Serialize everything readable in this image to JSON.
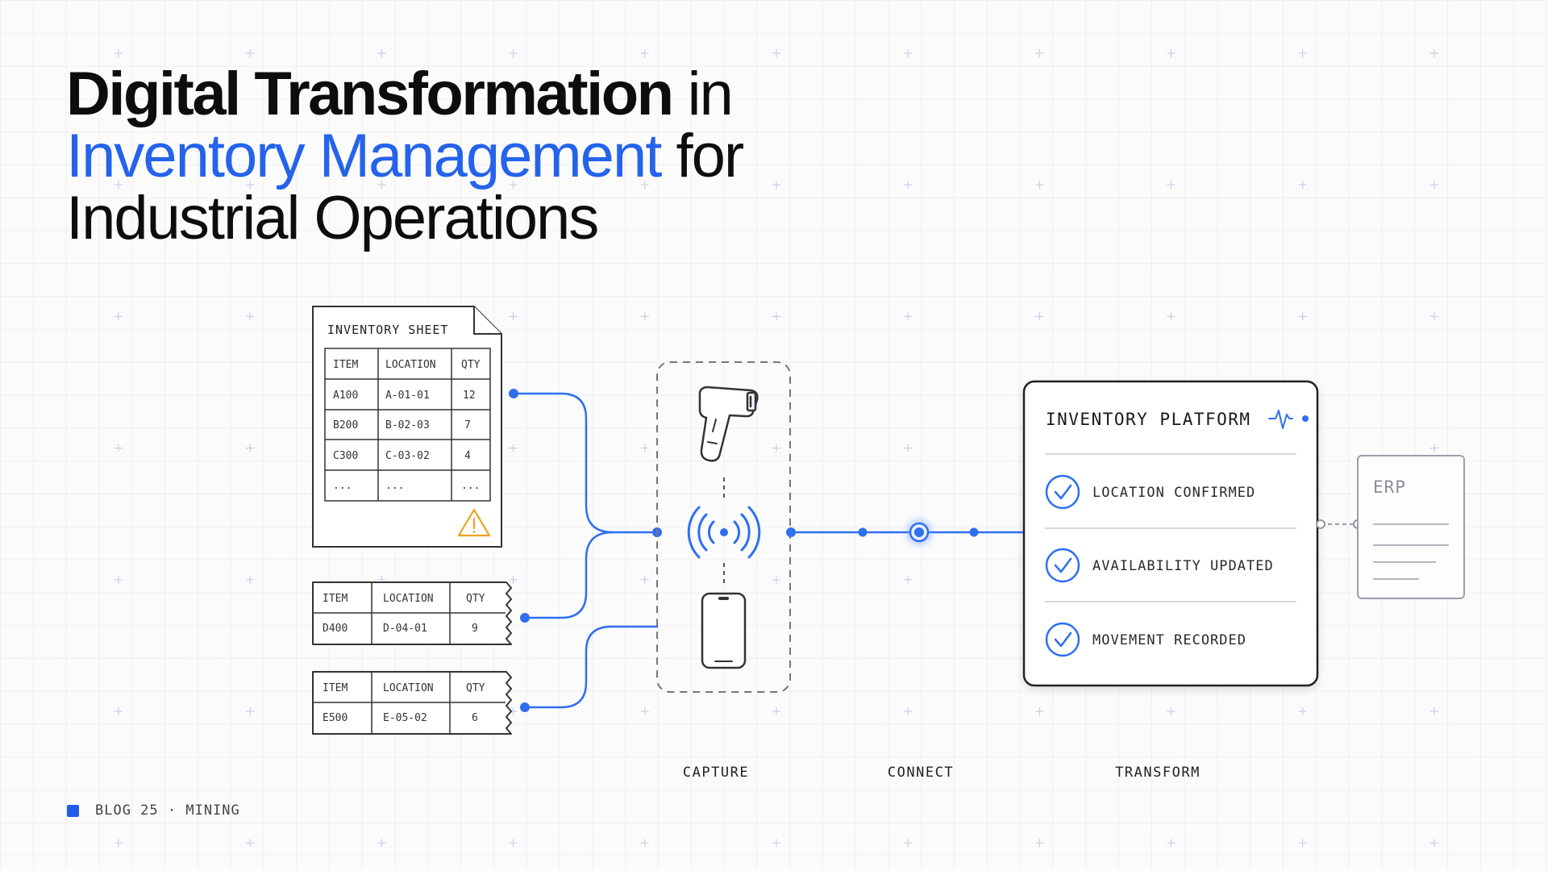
{
  "title": {
    "line1_bold": "Digital Transformation",
    "line1_rest": " in",
    "line2_accent": "Inventory Management",
    "line2_rest": " for",
    "line3": "Industrial Operations"
  },
  "inventory_sheet": {
    "title": "INVENTORY SHEET",
    "headers": [
      "ITEM",
      "LOCATION",
      "QTY"
    ],
    "rows": [
      [
        "A100",
        "A-01-01",
        "12"
      ],
      [
        "B200",
        "B-02-03",
        "7"
      ],
      [
        "C300",
        "C-03-02",
        "4"
      ],
      [
        "...",
        "...",
        "..."
      ]
    ]
  },
  "slips": [
    {
      "headers": [
        "ITEM",
        "LOCATION",
        "QTY"
      ],
      "row": [
        "D400",
        "D-04-01",
        "9"
      ]
    },
    {
      "headers": [
        "ITEM",
        "LOCATION",
        "QTY"
      ],
      "row": [
        "E500",
        "E-05-02",
        "6"
      ]
    }
  ],
  "platform": {
    "title": "INVENTORY PLATFORM",
    "statuses": [
      "LOCATION CONFIRMED",
      "AVAILABILITY UPDATED",
      "MOVEMENT RECORDED"
    ]
  },
  "erp": {
    "label": "ERP"
  },
  "stages": [
    "CAPTURE",
    "CONNECT",
    "TRANSFORM"
  ],
  "footer": {
    "text": "BLOG 25 · MINING"
  },
  "colors": {
    "accent": "#2563eb",
    "warning": "#f0a020",
    "ink": "#333333"
  },
  "icons": [
    "warning-icon",
    "barcode-scanner-icon",
    "rfid-signal-icon",
    "smartphone-icon",
    "check-circle-icon",
    "pulse-icon"
  ]
}
